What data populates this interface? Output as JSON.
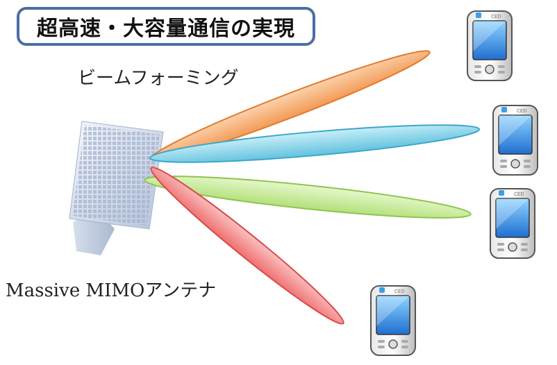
{
  "title": "超高速・大容量通信の実現",
  "labels": {
    "beamforming": "ビームフォーミング",
    "antenna": "Massive MIMOアンテナ"
  },
  "colors": {
    "title_border": "#4a6fa0",
    "beam_orange": "#f5a86a",
    "beam_blue": "#7fd0e6",
    "beam_green": "#c8ec98",
    "beam_red": "#f28a8a"
  },
  "icons": [
    "antenna-panel-icon",
    "smartphone-icon"
  ]
}
